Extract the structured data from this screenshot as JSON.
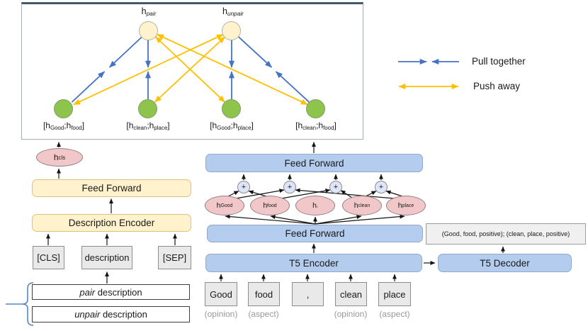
{
  "contrastive": {
    "anchor_pair": {
      "base": "h",
      "sub": "pair"
    },
    "anchor_unpair": {
      "base": "h",
      "sub": "unpair"
    },
    "pair_labels": [
      {
        "b1": "[h",
        "s1": "Good",
        "b2": ";h",
        "s2": "food",
        "b3": "]"
      },
      {
        "b1": "[h",
        "s1": "clean",
        "b2": ";h",
        "s2": "place",
        "b3": "]"
      },
      {
        "b1": "[h",
        "s1": "Good",
        "b2": ";h",
        "s2": "place",
        "b3": "]"
      },
      {
        "b1": "[h",
        "s1": "clean",
        "b2": ";h",
        "s2": "food",
        "b3": "]"
      }
    ]
  },
  "legend": {
    "pull": "Pull together",
    "push": "Push away",
    "pull_color": "#4472C4",
    "push_color": "#FFC000"
  },
  "left": {
    "h_cls": {
      "base": "h",
      "sub": "cls"
    },
    "feed_forward": "Feed Forward",
    "encoder": "Description Encoder",
    "cls": "[CLS]",
    "description": "description",
    "sep": "[SEP]",
    "pair_desc": {
      "em": "pair",
      "rest": " description"
    },
    "unpair_desc": {
      "em": "unpair",
      "rest": " description"
    }
  },
  "right": {
    "feed_forward_top": "Feed Forward",
    "feed_forward_mid": "Feed Forward",
    "t5_encoder": "T5 Encoder",
    "t5_decoder": "T5 Decoder",
    "decoder_output": "(Good, food, positive); (clean, place, positive)",
    "plus": "+",
    "hidden": [
      {
        "base": "h",
        "sub": "Good"
      },
      {
        "base": "h",
        "sub": "food"
      },
      {
        "base": "h",
        "sub": ","
      },
      {
        "base": "h",
        "sub": "clean"
      },
      {
        "base": "h",
        "sub": "place"
      }
    ],
    "tokens": [
      {
        "text": "Good",
        "tag": "(opinion)"
      },
      {
        "text": "food",
        "tag": "(aspect)"
      },
      {
        "text": ",",
        "tag": ""
      },
      {
        "text": "clean",
        "tag": "(opinion)"
      },
      {
        "text": "place",
        "tag": "(aspect)"
      }
    ]
  },
  "colors": {
    "box_blue": "#b4ccee",
    "box_yellow": "#fff2cc",
    "ellipse_pink": "#f2c7c9",
    "circle_cream": "#fff2cc",
    "circle_green": "#8cc44c",
    "plus_fill": "#dee5f7",
    "pull_arrow": "#4472C4",
    "push_arrow": "#FFC000",
    "black_arrow": "#141414"
  }
}
